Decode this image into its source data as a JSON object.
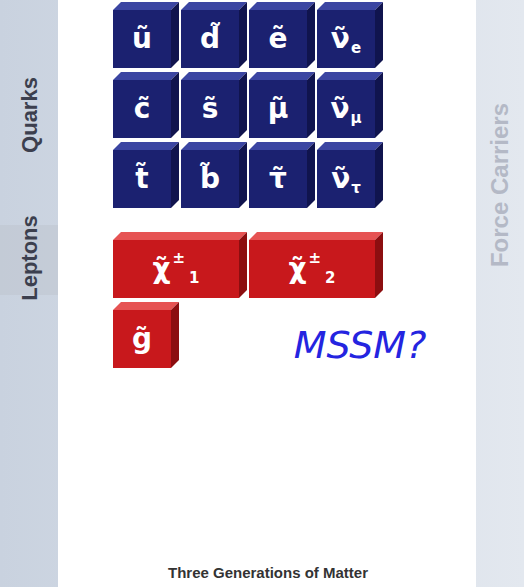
{
  "diagram": {
    "nodes": [
      {
        "text": [
          "ũ"
        ]
      },
      {
        "text": [
          "d̃"
        ]
      },
      {
        "text": [
          "ẽ"
        ]
      },
      {
        "text": [
          "ν̃",
          "e"
        ]
      },
      {
        "text": [
          "c̃"
        ]
      },
      {
        "text": [
          "s̃"
        ]
      },
      {
        "text": [
          "μ̃"
        ]
      },
      {
        "text": [
          "ν̃",
          "μ"
        ]
      },
      {
        "text": [
          "t̃"
        ]
      },
      {
        "text": [
          "b̃"
        ]
      },
      {
        "text": [
          "τ̃"
        ]
      },
      {
        "text": [
          "ν̃",
          "τ"
        ]
      },
      {
        "text": [
          "χ̃",
          "±",
          "1"
        ]
      },
      {
        "text": [
          "χ̃",
          "±",
          "2"
        ]
      },
      {
        "text": [
          "g̃"
        ]
      }
    ],
    "labels": [
      "Quarks",
      "Leptons",
      "MSSM?",
      "Force Carriers",
      "Three Generations of Matter"
    ]
  }
}
